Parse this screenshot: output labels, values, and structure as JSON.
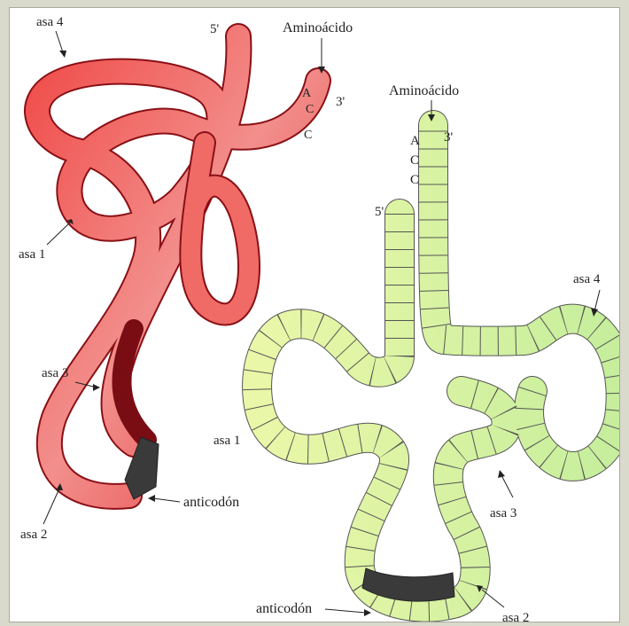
{
  "colors": {
    "tertiary_light": "#f6b3b0",
    "tertiary_mid": "#ee5a55",
    "tertiary_dark": "#b01f27",
    "cloverleaf_fill": "#e4f5a6",
    "cloverleaf_fill_right": "#c9ef9a",
    "anticodon": "#3a3a3a"
  },
  "tertiary_structure": {
    "five_prime": "5'",
    "three_prime": "3'",
    "aminoacid": "Aminoácido",
    "acc": [
      "A",
      "C",
      "C"
    ],
    "asa_1": "asa 1",
    "asa_2": "asa 2",
    "asa_3": "asa 3",
    "asa_4": "asa 4",
    "anticodon": "anticodón"
  },
  "cloverleaf": {
    "five_prime": "5'",
    "three_prime": "3'",
    "aminoacid": "Aminoácido",
    "acc": [
      "A",
      "C",
      "C"
    ],
    "asa_1": "asa 1",
    "asa_2": "asa 2",
    "asa_3": "asa 3",
    "asa_4": "asa 4",
    "anticodon": "anticodón"
  }
}
